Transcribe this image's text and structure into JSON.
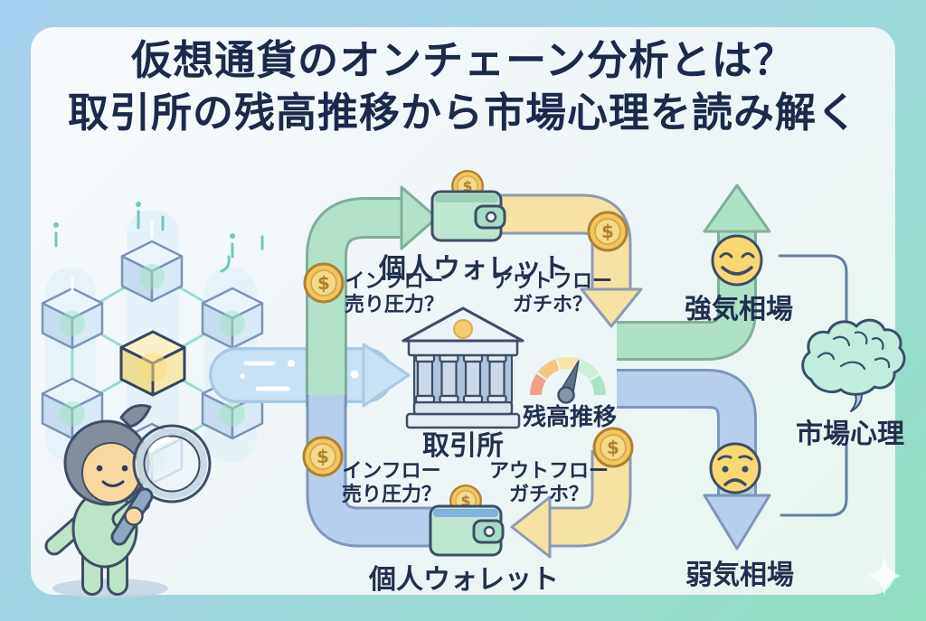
{
  "title": {
    "line1": "仮想通貨のオンチェーン分析とは？",
    "line2": "取引所の残高推移から市場心理を読み解く"
  },
  "nodes": {
    "personal_wallet_top": "個人ウォレット",
    "personal_wallet_bottom": "個人ウォレット",
    "exchange": "取引所",
    "balance_trend": "残高推移",
    "bull_market": "強気相場",
    "bear_market": "弱気相場",
    "market_psychology": "市場心理"
  },
  "flow_labels": {
    "inflow_line1": "インフロー",
    "inflow_line2": "売り圧力？",
    "outflow_line1": "アウトフロー",
    "outflow_line2": "ガチホ？"
  },
  "icons": {
    "dollar_symbol": "$",
    "blockchain": "blockchain-cubes",
    "wallet": "green-wallet-with-coin",
    "bank": "exchange-bank-building",
    "gauge": "balance-gauge",
    "happy_face": "happy-emoji",
    "worried_face": "worried-emoji",
    "brain": "market-psychology-brain",
    "magnifier": "magnifying-glass",
    "sparkle": "sparkle",
    "character": "analyst-mascot"
  },
  "colors": {
    "background_blue": "#A6CFF0",
    "background_mint": "#90DFC0",
    "navy_text": "#1B2A4C",
    "green_band": "#B2E2CA",
    "yellow_band": "#F6E2A2",
    "blue_band": "#B7CFEC",
    "coin_gold": "#F1C75F",
    "gauge_segments": [
      "#F4A08C",
      "#F6C583",
      "#F8E5A4",
      "#CDEFD8",
      "#A9E4C7"
    ]
  }
}
